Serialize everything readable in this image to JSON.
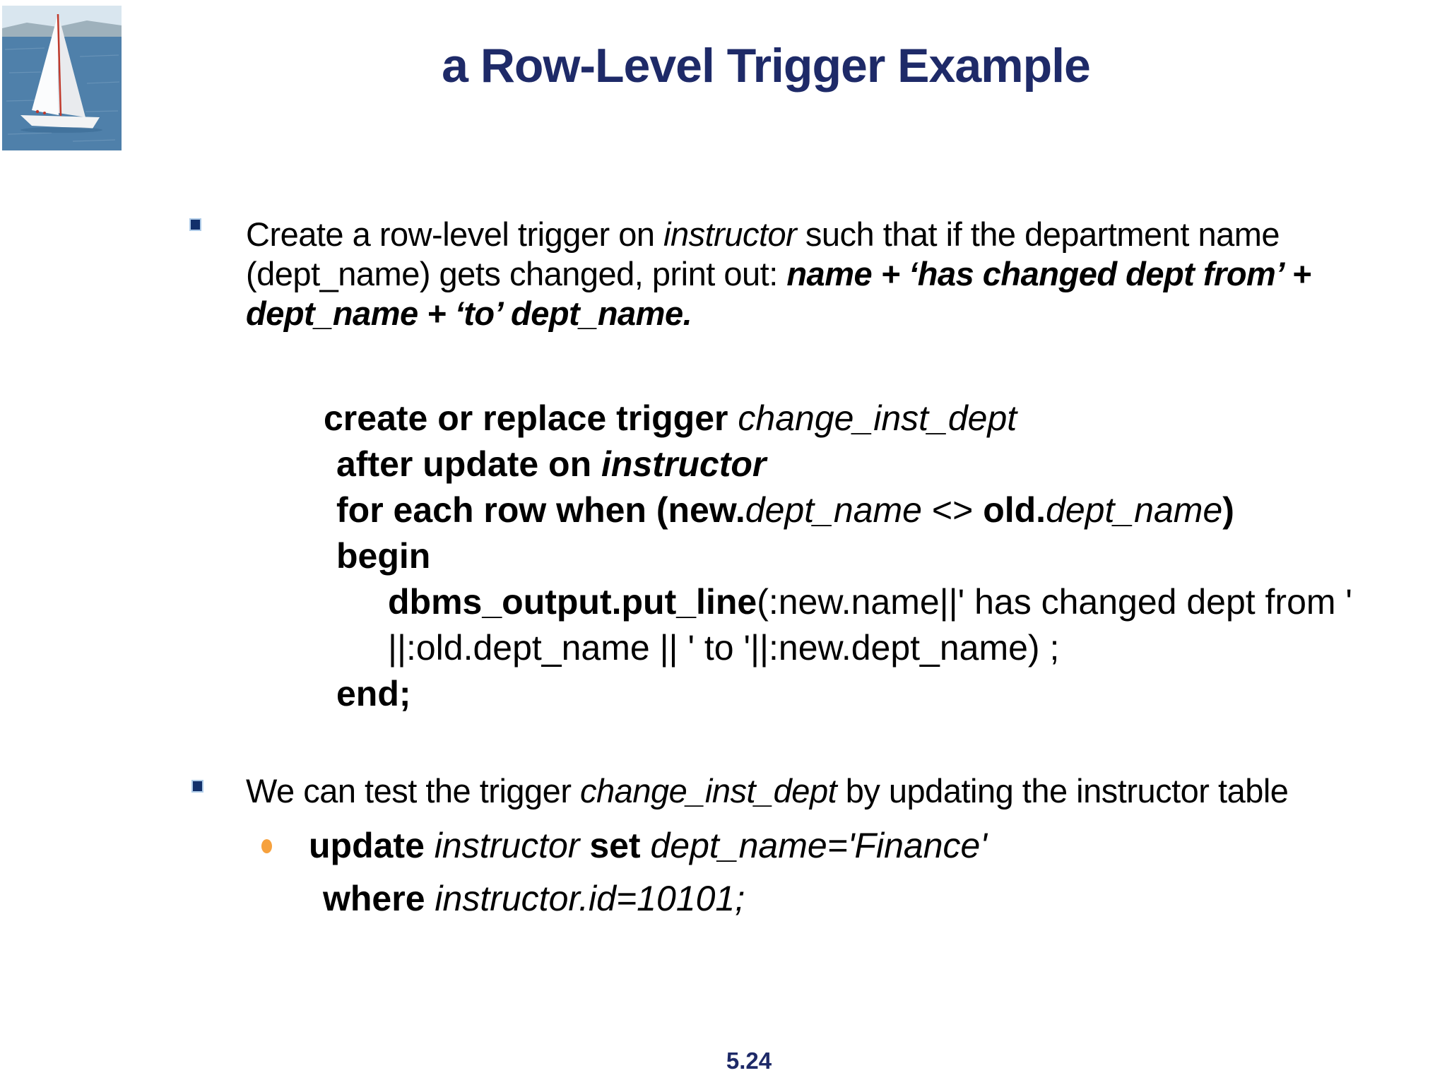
{
  "title": {
    "text": "a Row-Level Trigger Example"
  },
  "bullet1": {
    "line1": {
      "s1": "Create a row-level trigger on ",
      "s2": "instructor",
      "s3": " such that if the department name"
    },
    "line2": {
      "s1": "(dept_name) gets changed, print out: ",
      "s2": "name + ‘has changed dept from’ +"
    },
    "line3": {
      "s1": "dept_name + ‘to’ dept_name."
    }
  },
  "code": {
    "line1": {
      "s1": "create or replace trigger ",
      "s2": "change_inst_dept"
    },
    "line2": {
      "s1": "after update on ",
      "s2": "instructor"
    },
    "line3": {
      "s1": "for each row when (new.",
      "s2": "dept_name",
      "s3": " <> ",
      "s4": "old.",
      "s5": "dept_name",
      "s6": ")"
    },
    "line4": {
      "s1": "begin"
    },
    "line5": {
      "s1": "dbms_output.put_line",
      "s2": "(:new.name||' has changed dept from '"
    },
    "line6": {
      "s1": "||:old.dept_name || ' to '||:new.dept_name) ;"
    },
    "line7": {
      "s1": "end;"
    }
  },
  "bullet2": {
    "s1": "We can test the trigger ",
    "s2": "change_inst_dept",
    "s3": "  by updating the instructor table"
  },
  "sub_bullet": {
    "line1": {
      "s1": "update ",
      "s2": "instructor ",
      "s3": "set ",
      "s4": "dept_name='Finance'"
    },
    "line2": {
      "s1": "where ",
      "s2": "instructor.id=10101;"
    }
  },
  "footer": {
    "page_number": "5.24"
  },
  "decor": {
    "corner_image": "sailboat-photo"
  },
  "colors": {
    "accent_navy": "#1E2A68",
    "bullet_square": "#12306B",
    "bullet_square_border": "#AECBE8",
    "sub_bullet_orange": "#F6A13D",
    "body_text": "#000000"
  }
}
